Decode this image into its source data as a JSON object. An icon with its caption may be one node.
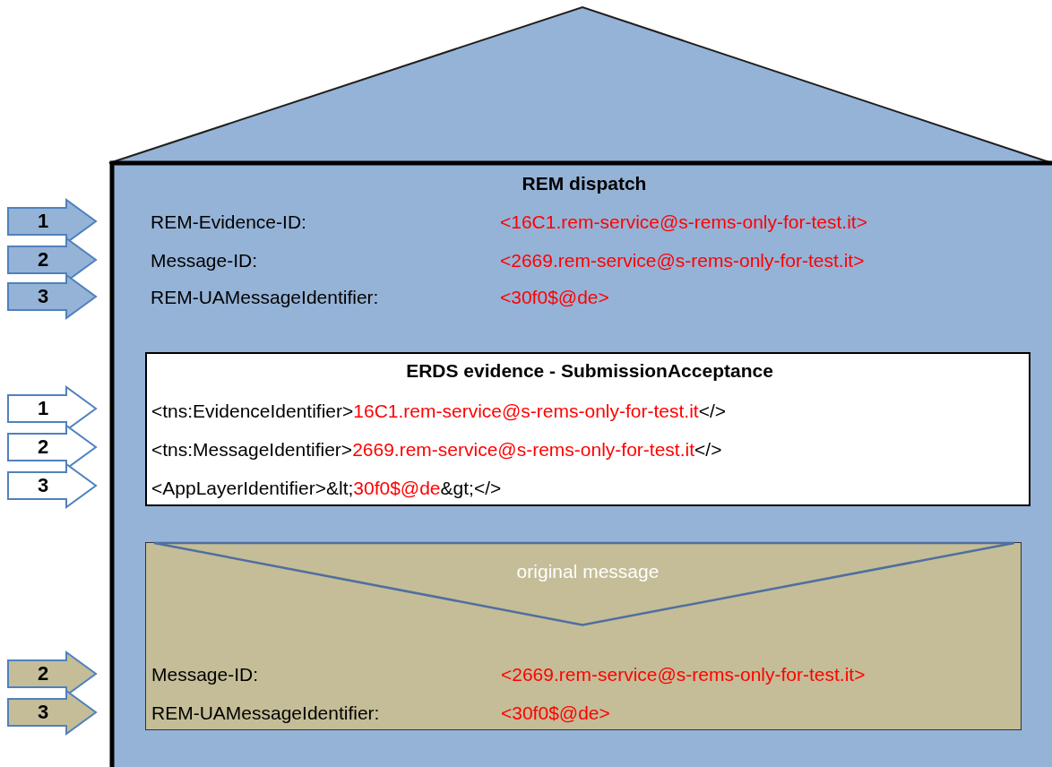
{
  "diagram": {
    "nodes": [
      {
        "text": [
          "REM dispatch",
          "REM-Evidence-ID:",
          "<16C1.rem-service@s-rems-only-for-test.it>",
          "Message-ID:",
          "<2669.rem-service@s-rems-only-for-test.it>",
          "REM-UAMessageIdentifier:",
          "<30f0$@de>"
        ]
      },
      {
        "text": [
          "1"
        ]
      },
      {
        "text": [
          "2"
        ]
      },
      {
        "text": [
          "3"
        ]
      },
      {
        "text": [
          "ERDS evidence - SubmissionAcceptance",
          "<tns:EvidenceIdentifier>",
          "16C1.rem-service@s-rems-only-for-test.it",
          "</>",
          "<tns:MessageIdentifier>",
          "2669.rem-service@s-rems-only-for-test.it",
          "</>",
          "<AppLayerIdentifier>&lt;",
          "30f0$@de",
          "&gt;</>"
        ],
        "in": 0
      },
      {
        "text": [
          "1"
        ]
      },
      {
        "text": [
          "2"
        ]
      },
      {
        "text": [
          "3"
        ]
      },
      {
        "text": [
          "original message",
          "Message-ID:",
          "<2669.rem-service@s-rems-only-for-test.it>",
          "REM-UAMessageIdentifier:",
          "<30f0$@de>"
        ],
        "in": 0
      },
      {
        "text": [
          "2"
        ]
      },
      {
        "text": [
          "3"
        ]
      }
    ]
  }
}
